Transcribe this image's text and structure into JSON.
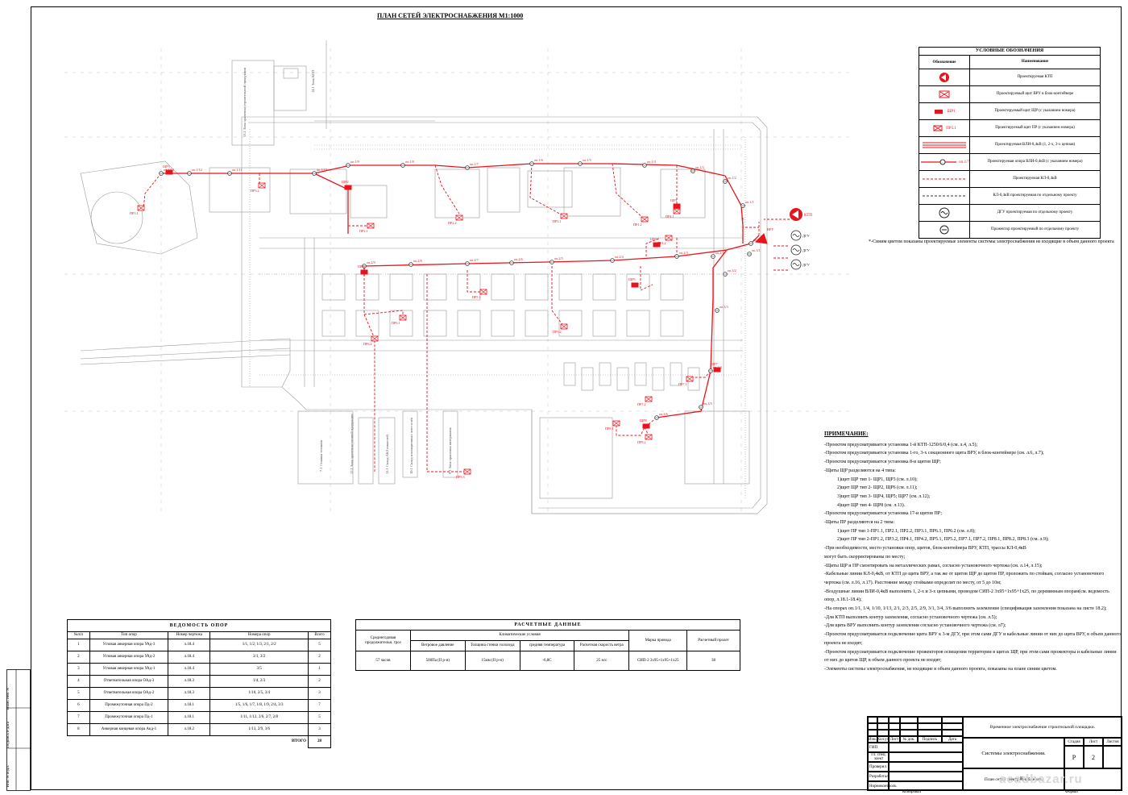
{
  "title": "ПЛАН СЕТЕЙ ЭЛЕКТРОСНАБЖЕНИЯ М1:1000",
  "colors": {
    "designed": "#e8141b",
    "existing": "#000000",
    "background": "#ffffff",
    "plan_lines": "#9a9a9a"
  },
  "plan": {
    "supports": [
      {
        "label": "оп.1/13"
      },
      {
        "label": "оп.1/12"
      },
      {
        "label": "оп.1/11"
      },
      {
        "label": "оп.1/10"
      },
      {
        "label": "оп.1/9"
      },
      {
        "label": "оп.1/8"
      },
      {
        "label": "оп.1/7"
      },
      {
        "label": "оп.1/6"
      },
      {
        "label": "оп.1/5"
      },
      {
        "label": "оп.1/4"
      },
      {
        "label": "оп.1/3"
      },
      {
        "label": "оп.1/2"
      },
      {
        "label": "оп.1/1"
      },
      {
        "label": "оп.2/9"
      },
      {
        "label": "оп.2/8"
      },
      {
        "label": "оп.2/7"
      },
      {
        "label": "оп.2/6"
      },
      {
        "label": "оп.2/5"
      },
      {
        "label": "оп.2/4"
      },
      {
        "label": "оп.2/3"
      },
      {
        "label": "оп.2/2"
      },
      {
        "label": "оп.2/1"
      },
      {
        "label": "оп.3/1"
      },
      {
        "label": "оп.3/2"
      },
      {
        "label": "оп.3/3"
      },
      {
        "label": "оп.3/4"
      },
      {
        "label": "оп.3/5"
      },
      {
        "label": "оп.3/6"
      }
    ],
    "panels": [
      {
        "label": "ЩР3"
      },
      {
        "label": "ЩР2"
      },
      {
        "label": "ЩР1"
      },
      {
        "label": "ЩР6"
      },
      {
        "label": "ЩР4"
      },
      {
        "label": "ЩР5"
      },
      {
        "label": "ЩР7"
      },
      {
        "label": "ЩР8"
      }
    ],
    "boxes": [
      {
        "label": "ПР3.1"
      },
      {
        "label": "ПР3.2"
      },
      {
        "label": "ПР2.1"
      },
      {
        "label": "ПР2.2"
      },
      {
        "label": "ПР1.1"
      },
      {
        "label": "ПР1.2"
      },
      {
        "label": "ПР4.1"
      },
      {
        "label": "ПР4.2"
      },
      {
        "label": "ПР6.1"
      },
      {
        "label": "ПР6.2"
      },
      {
        "label": "ПР5.1"
      },
      {
        "label": "ПР5.2"
      },
      {
        "label": "ПР7.1"
      },
      {
        "label": "ПР7.2"
      },
      {
        "label": "ПР8.1"
      },
      {
        "label": "ПР8.2"
      },
      {
        "label": "ПР8.3"
      }
    ],
    "equipment": {
      "ktp": "КТП",
      "vru": "ВРУ",
      "dgu": "ДГУ"
    },
    "buildings": [
      "7.1 Стоянка техники",
      "12.1 Зона хранения готовой продукции",
      "11.1 Склад АКЗ емкостей",
      "10.1 Склад изоляционных лент и м/к",
      "9.1 Зона хранения материалов",
      "13.1 Зона хранения строительной продукции",
      "14.1 Зона КПП"
    ]
  },
  "legend": {
    "title": "УСЛОВНЫЕ ОБОЗНАЧЕНИЯ",
    "col_symbol": "Обозначение",
    "col_name": "Наименование",
    "items": [
      {
        "icon": "ktp-icon",
        "label": "",
        "name": "Проектируемая КТП"
      },
      {
        "icon": "vru-icon",
        "label": "",
        "name": "Проектируемый щит ВРУ в блок-контейнере"
      },
      {
        "icon": "shr-icon",
        "label": "ЩР1",
        "name": "Проектируемый щит ЩР (с указанием номера)"
      },
      {
        "icon": "pr-icon",
        "label": "ПР5.1",
        "name": "Проектируемый щит ПР (с указанием номера)"
      },
      {
        "icon": "vli-line-icon",
        "label": "",
        "name": "Проектируемая ВЛИ-0,4кВ (1, 2-х, 3-х цепная)"
      },
      {
        "icon": "support-icon",
        "label": "оп.1/7",
        "name": "Проектируемая опора ВЛИ-0,4кВ (с указанием номера)"
      },
      {
        "icon": "kl-line-icon",
        "label": "",
        "name": "Проектируемая КЛ-0,4кВ"
      },
      {
        "icon": "kl-other-icon",
        "label": "",
        "name": "КЛ-0,4кВ проектируемая по отдельному проекту"
      },
      {
        "icon": "dgu-icon",
        "label": "",
        "name": "ДГУ проектируемая по отдельному проекту"
      },
      {
        "icon": "floodlight-icon",
        "label": "",
        "name": "Прожектор проектируемый по отдельному проекту"
      }
    ],
    "note": "*-Синим цветом показаны проектируемые элементы системы электроснабжения не входящие в объем данного проекта"
  },
  "notes": {
    "heading": "ПРИМЕЧАНИЕ:",
    "lines": [
      "-Проектом предусматривается установка 1-й КТП-1250/6/0,4 (см. л.4, л.5);",
      "-Проектом предусматривается установка 1-го, 3-х секционного щита ВРУ, в блок-контейнере (см. л.6, л.7);",
      "-Проектом предусматривается установка 8-и щитов ЩР;",
      "-Щиты ЩР разделяются на 4 типа:",
      "1)щит ЩР тип 1- ЩР1, ЩР3 (см. л.10);",
      "2)щит ЩР тип 2- ЩР2, ЩР6 (см. л.11);",
      "3)щит ЩР тип 3- ЩР4, ЩР5; ЩР7 (см. л.12);",
      "4)щит ЩР тип 4- ЩР8 (см. л.13).",
      "-Проектом предусматривается установка 17-и щитов ПР;",
      "-Щиты ПР разделяются на 2 типа:",
      "1)щит ПР тип 1-ПР1.1, ПР2.1, ПР2.2, ПР3.1, ПР6.1, ПР6.2 (см. л.8);",
      "2)щит ПР тип 2-ПР1.2, ПР3.2, ПР4.1, ПР4.2, ПР5.1, ПР5.2, ПР7.1, ПР7.2, ПР8.1, ПР8.2, ПР8.3 (см. л.9);",
      "-При необходимости, место установки опор, щитов, блок-контейнера ВРУ, КТП, трассы КЛ-0,4кВ",
      "могут быть скорректированы по месту;",
      "-Щиты ЩР и ПР смонтировать на металлических рамах, согласно установочного чертежа (см. л.14, л.15);",
      "-Кабельные линии КЛ-0,4кВ, от КТП до щита ВРУ, а так же от щитов ЩР до щитов ПР, проложить по стойкам, согласно установочного чертежа (см. л.16, л.17). Расстояние между стойками определит по месту, от 5 до 10м;",
      "-Воздушные линии ВЛИ-0,4кВ выполнить 1, 2-х и 3-х цепными, проводом СИП-2 3х95+1х95+1х25, по деревянным опорам(см. ведомость опор, л.18.1-18.4);",
      "-На опорах оп.1/1, 1/4, 1/10, 1/13, 2/1, 2/3, 2/5, 2/9, 3/1, 3/4, 3/6 выполнить заземление (спецификация заземления показана на листе 18.2);",
      "-Для КТП выполнить контур заземления, согласно установочного чертежа (см. л.5);",
      "-Для щита ВРУ выполнить контур заземления согласно установочного чертежа (см. л7);",
      "-Проектом предусматривается подключение щита ВРУ к 3-м ДГУ, при этом сами ДГУ и кабельные линии от них до щита ВРУ, в объем данного проекта не входят;",
      "-Проектом предусматривается подключение прожекторов освещения территории в щитах ЩР, при этом сами прожекторы и кабельные линии от них до щитов ЩР, в объем данного проекта не входят;",
      "-Элементы системы электроснабжения, не входящие в объем данного проекта, показаны на плане синим цветом."
    ]
  },
  "supports_table": {
    "title": "ВЕДОМОСТЬ ОПОР",
    "headers": [
      "№п/п",
      "Тип опор",
      "Номер чертежа",
      "Номера опор",
      "Всего"
    ],
    "rows": [
      {
        "n": "1",
        "type": "Угловая анкерная опора УАд-3",
        "drawing": "л.18.4",
        "numbers": "1/1, 1/2, 1/3, 2/1, 2/2",
        "total": "5"
      },
      {
        "n": "2",
        "type": "Угловая анкерная опора УАд-2",
        "drawing": "л.18.4",
        "numbers": "3/1, 3/2",
        "total": "2"
      },
      {
        "n": "3",
        "type": "Угловая анкерная опора УАд-1",
        "drawing": "л.18.4",
        "numbers": "3/5",
        "total": "1"
      },
      {
        "n": "4",
        "type": "Ответвительная опора ОАд-3",
        "drawing": "л.18.3",
        "numbers": "1/4, 2/3",
        "total": "2"
      },
      {
        "n": "5",
        "type": "Ответвительная опора ОАд-2",
        "drawing": "л.18.3",
        "numbers": "1/10, 2/5, 3/4",
        "total": "3"
      },
      {
        "n": "6",
        "type": "Промежуточная опора Пд-2",
        "drawing": "л.18.1",
        "numbers": "1/5, 1/6, 1/7, 1/8, 1/9, 2/4, 3/3",
        "total": "7"
      },
      {
        "n": "7",
        "type": "Промежуточная опора Пд-1",
        "drawing": "л.18.1",
        "numbers": "1/11, 1/12, 2/6, 2/7, 2/8",
        "total": "5"
      },
      {
        "n": "8",
        "type": "Анкерная концевая опора Акд-1",
        "drawing": "л.18.2",
        "numbers": "1/13, 2/9, 3/6",
        "total": "3"
      }
    ],
    "total_label": "ИТОГО",
    "total_value": "28"
  },
  "climate_table": {
    "title": "РАСЧЕТНЫЕ ДАННЫЕ",
    "h_storm": "Среднегодовая продолжительн. гроз",
    "h_climate": "Климатические условия",
    "h_wind": "Ветровое давление",
    "h_ice": "Толщина стенки гололеда",
    "h_temp": "средняя температура",
    "h_speed": "Расчетная скорость ветра",
    "h_wire": "Марка провода",
    "h_span": "Расчетный пролет",
    "storm": "57 часов",
    "wind": "500Па (II р-н)",
    "ice": "15мм (II р-н)",
    "temp": "-6,8С",
    "speed": "25 м/с",
    "wire": "СИП-2 3х95+1х95+1х25",
    "span": "38"
  },
  "stamp": {
    "org": "Временное электроснабжение строительной площадки.",
    "system": "Системы электроснабжения.",
    "sheet_title": "План сетей электроснабжения.",
    "stage_h": "Стадия",
    "sheet_h": "Лист",
    "sheets_h": "Листов",
    "stage": "Р",
    "sheet": "2",
    "cols": [
      "Изм.",
      "Кол.уч",
      "Лист",
      "№ док.",
      "Подпись",
      "Дата"
    ],
    "roles": [
      "ГИП",
      "Гл. спец. элект",
      "Проверил",
      "Разработал",
      "Нормоконтроль"
    ],
    "copied": "Копировал",
    "format": "Формат",
    "prefix": "К",
    "watermark": "acadbazar.ru"
  },
  "side": {
    "a": "Взам. инв. N",
    "b": "Подпись и дата",
    "c": "Инв. N подл."
  }
}
